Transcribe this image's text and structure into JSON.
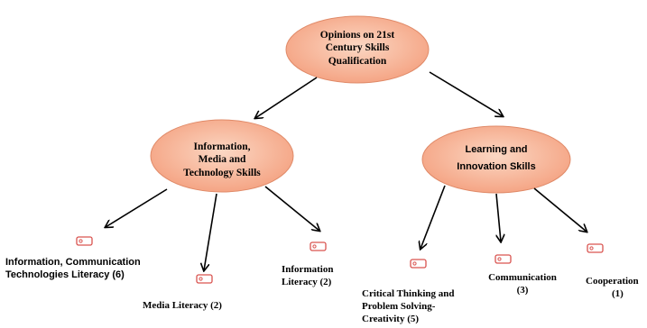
{
  "root": {
    "lines": [
      "Opinions on 21st",
      "Century Skills",
      "Qualification"
    ]
  },
  "branch_left": {
    "lines": [
      "Information,",
      "Media and",
      "Technology Skills"
    ]
  },
  "branch_right": {
    "lines": [
      "Learning and",
      "Innovation Skills"
    ]
  },
  "leaves": {
    "ict_literacy": {
      "lines": [
        "Information, Communication",
        "Technologies Literacy (6)"
      ]
    },
    "media_literacy": {
      "lines": [
        "Media Literacy (2)"
      ]
    },
    "information_literacy": {
      "lines": [
        "Information",
        "Literacy (2)"
      ]
    },
    "critical_thinking": {
      "lines": [
        "Critical Thinking and",
        "Problem Solving-",
        "Creativity (5)"
      ]
    },
    "communication": {
      "lines": [
        "Communication",
        "(3)"
      ]
    },
    "cooperation": {
      "lines": [
        "Cooperation",
        "(1)"
      ]
    }
  },
  "colors": {
    "node_fill_center": "#fbd7c3",
    "node_fill_edge": "#f4a07f",
    "node_stroke": "#e08a68",
    "arrow": "#000000",
    "tag_icon": "#d9534f"
  },
  "icons": {
    "leaf_tag": "tag-icon"
  }
}
